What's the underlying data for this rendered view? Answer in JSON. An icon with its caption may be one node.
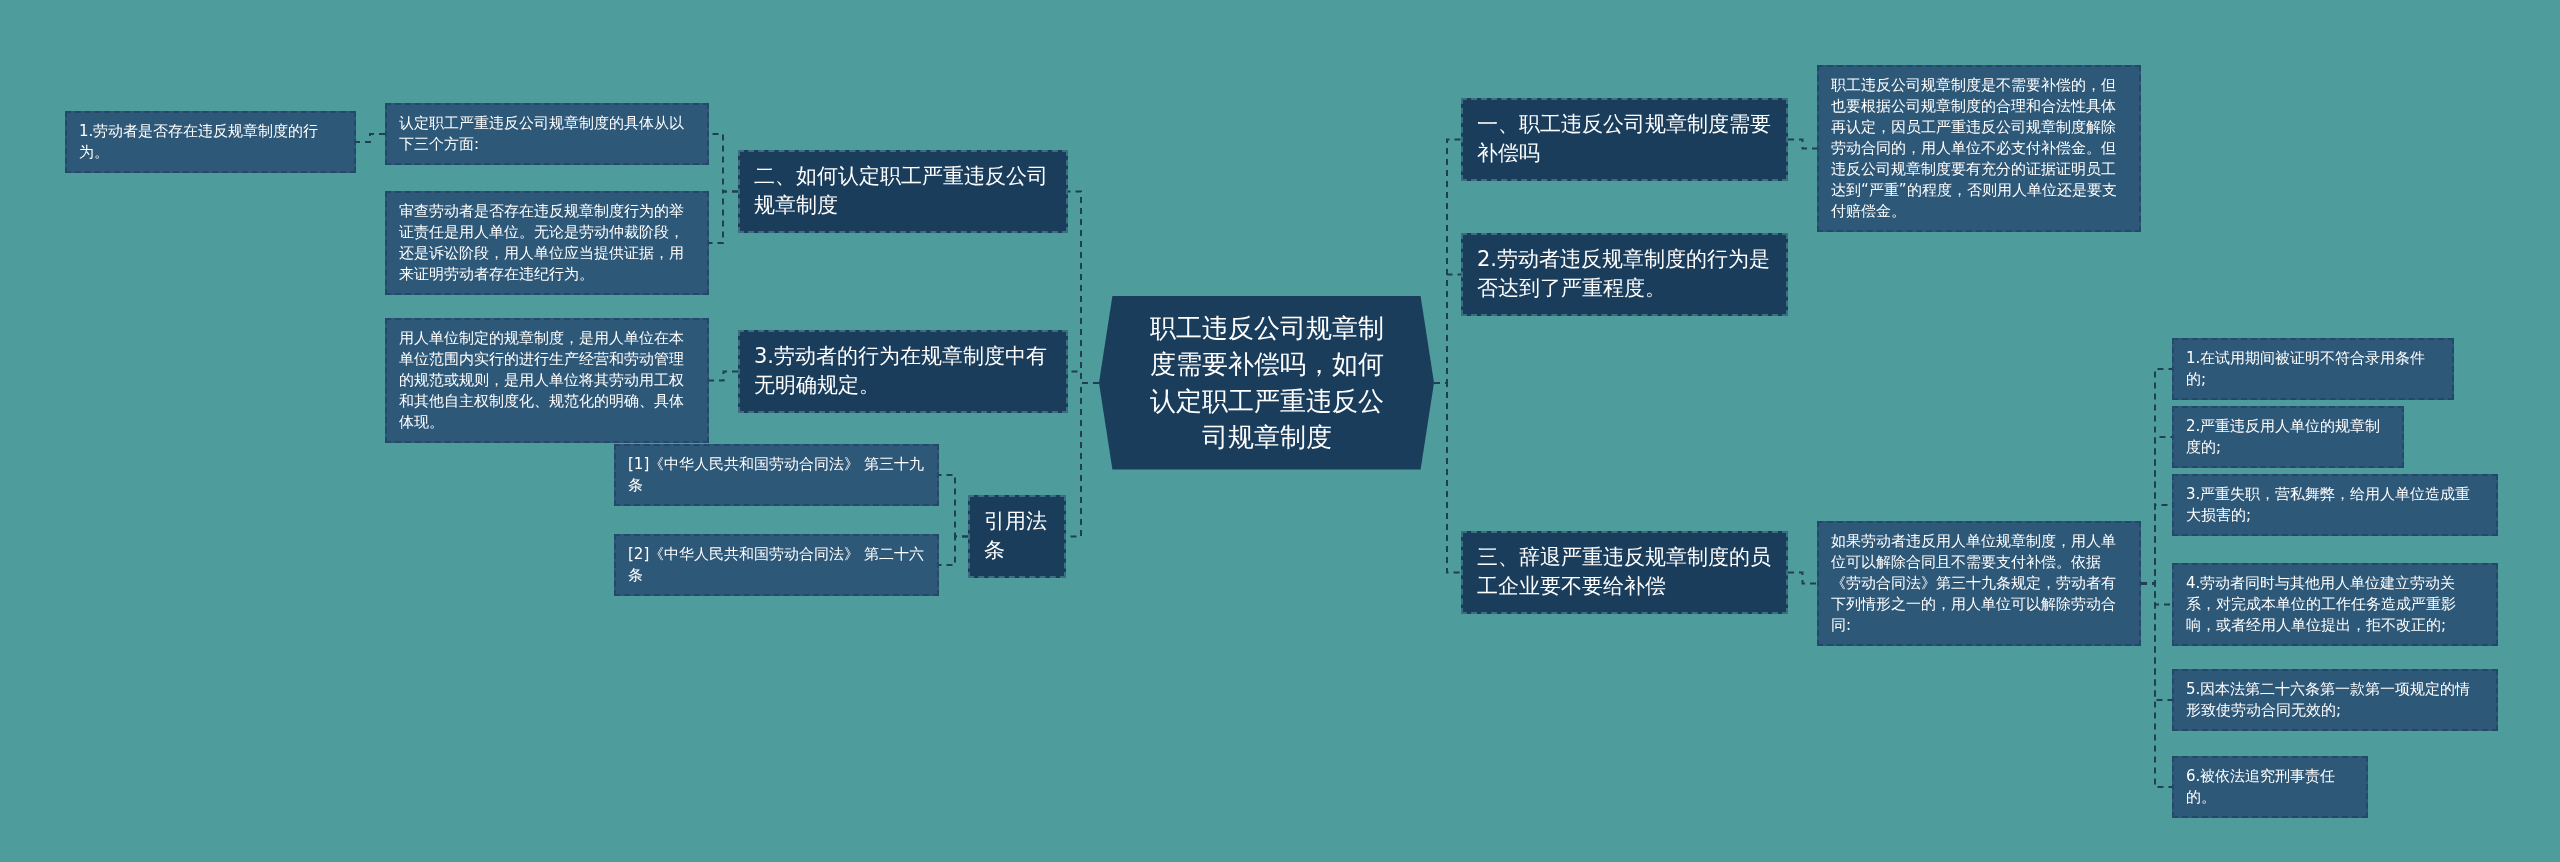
{
  "diagram": {
    "nodes": [
      {
        "text": [
          "职工违反公司规章制度需要补偿吗，如何认定职工严重违反公司规章制度"
        ]
      },
      {
        "text": [
          "二、如何认定职工严重违反公司规章制度"
        ]
      },
      {
        "text": [
          "认定职工严重违反公司规章制度的具体从以下三个方面:"
        ]
      },
      {
        "text": [
          "1.劳动者是否存在违反规章制度的行为。"
        ]
      },
      {
        "text": [
          "审查劳动者是否存在违反规章制度行为的举证责任是用人单位。无论是劳动仲裁阶段，还是诉讼阶段，用人单位应当提供证据，用来证明劳动者存在违纪行为。"
        ]
      },
      {
        "text": [
          "3.劳动者的行为在规章制度中有无明确规定。"
        ]
      },
      {
        "text": [
          "用人单位制定的规章制度，是用人单位在本单位范围内实行的进行生产经营和劳动管理的规范或规则，是用人单位将其劳动用工权和其他自主权制度化、规范化的明确、具体体现。"
        ]
      },
      {
        "text": [
          "引用法条"
        ]
      },
      {
        "text": [
          "[1]《中华人民共和国劳动合同法》 第三十九条"
        ]
      },
      {
        "text": [
          "[2]《中华人民共和国劳动合同法》 第二十六条"
        ]
      },
      {
        "text": [
          "一、职工违反公司规章制度需要补偿吗"
        ]
      },
      {
        "text": [
          "职工违反公司规章制度是不需要补偿的，但也要根据公司规章制度的合理和合法性具体再认定，因员工严重违反公司规章制度解除劳动合同的，用人单位不必支付补偿金。但违反公司规章制度要有充分的证据证明员工达到“严重”的程度，否则用人单位还是要支付赔偿金。"
        ]
      },
      {
        "text": [
          "2.劳动者违反规章制度的行为是否达到了严重程度。"
        ]
      },
      {
        "text": [
          "三、辞退严重违反规章制度的员工企业要不要给补偿"
        ]
      },
      {
        "text": [
          "如果劳动者违反用人单位规章制度，用人单位可以解除合同且不需要支付补偿。依据《劳动合同法》第三十九条规定，劳动者有下列情形之一的，用人单位可以解除劳动合同:"
        ]
      },
      {
        "text": [
          "1.在试用期间被证明不符合录用条件的;"
        ]
      },
      {
        "text": [
          "2.严重违反用人单位的规章制度的;"
        ]
      },
      {
        "text": [
          "3.严重失职，营私舞弊，给用人单位造成重大损害的;"
        ]
      },
      {
        "text": [
          "4.劳动者同时与其他用人单位建立劳动关系，对完成本单位的工作任务造成严重影响，或者经用人单位提出，拒不改正的;"
        ]
      },
      {
        "text": [
          "5.因本法第二十六条第一款第一项规定的情形致使劳动合同无效的;"
        ]
      },
      {
        "text": [
          "6.被依法追究刑事责任的。"
        ]
      }
    ],
    "edges": [
      {
        "from": 0,
        "to": 1,
        "arrow": "none"
      },
      {
        "from": 1,
        "to": 2,
        "arrow": "none"
      },
      {
        "from": 2,
        "to": 3,
        "arrow": "none"
      },
      {
        "from": 1,
        "to": 4,
        "arrow": "none"
      },
      {
        "from": 0,
        "to": 5,
        "arrow": "none"
      },
      {
        "from": 5,
        "to": 6,
        "arrow": "none"
      },
      {
        "from": 0,
        "to": 7,
        "arrow": "none"
      },
      {
        "from": 7,
        "to": 8,
        "arrow": "none"
      },
      {
        "from": 7,
        "to": 9,
        "arrow": "none"
      },
      {
        "from": 0,
        "to": 10,
        "arrow": "none"
      },
      {
        "from": 10,
        "to": 11,
        "arrow": "none"
      },
      {
        "from": 0,
        "to": 12,
        "arrow": "none"
      },
      {
        "from": 0,
        "to": 13,
        "arrow": "none"
      },
      {
        "from": 13,
        "to": 14,
        "arrow": "none"
      },
      {
        "from": 14,
        "to": 15,
        "arrow": "none"
      },
      {
        "from": 14,
        "to": 16,
        "arrow": "none"
      },
      {
        "from": 14,
        "to": 17,
        "arrow": "none"
      },
      {
        "from": 14,
        "to": 18,
        "arrow": "none"
      },
      {
        "from": 14,
        "to": 19,
        "arrow": "none"
      },
      {
        "from": 14,
        "to": 20,
        "arrow": "none"
      }
    ]
  }
}
